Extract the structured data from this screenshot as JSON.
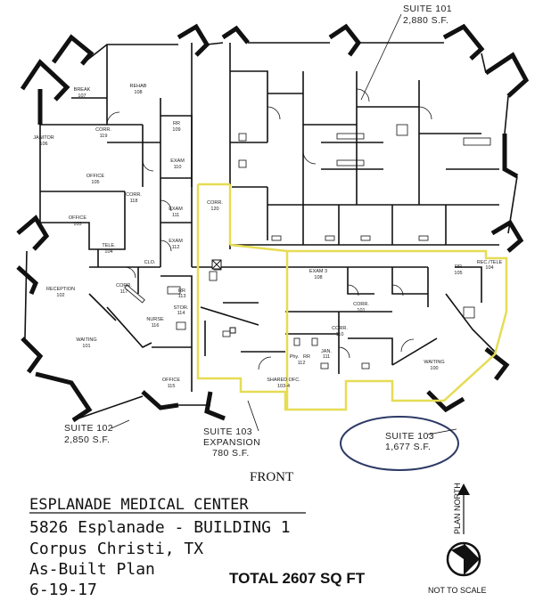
{
  "suites": [
    {
      "name": "SUITE 101",
      "area": "2,880 S.F."
    },
    {
      "name": "SUITE 102",
      "area": "2,850 S.F."
    },
    {
      "name": "SUITE 103",
      "sub": "EXPANSION",
      "area": "780 S.F."
    },
    {
      "name": "SUITE 103",
      "area": "1,677 S.F."
    }
  ],
  "rooms": [
    {
      "name": "BREAK",
      "no": "107"
    },
    {
      "name": "REHAB",
      "no": "108"
    },
    {
      "name": "JANITOR",
      "no": "106"
    },
    {
      "name": "CORR.",
      "no": "119"
    },
    {
      "name": "RR",
      "no": "109"
    },
    {
      "name": "EXAM",
      "no": "110"
    },
    {
      "name": "OFFICE",
      "no": "105"
    },
    {
      "name": "CORR.",
      "no": "118"
    },
    {
      "name": "EXAM",
      "no": "111"
    },
    {
      "name": "EXAM",
      "no": "112"
    },
    {
      "name": "OFFICE",
      "no": "103"
    },
    {
      "name": "TELE.",
      "no": "104"
    },
    {
      "name": "CLO.",
      "no": ""
    },
    {
      "name": "RECEPTION",
      "no": "102"
    },
    {
      "name": "CORR.",
      "no": "117"
    },
    {
      "name": "RR",
      "no": "113"
    },
    {
      "name": "STOR.",
      "no": "114"
    },
    {
      "name": "NURSE",
      "no": "116"
    },
    {
      "name": "WAITING",
      "no": "101"
    },
    {
      "name": "OFFICE",
      "no": "115"
    },
    {
      "name": "CORR.",
      "no": "120"
    },
    {
      "name": "EXAM 3",
      "no": "108"
    },
    {
      "name": "RR",
      "no": "105"
    },
    {
      "name": "REC./TELE",
      "no": "104"
    },
    {
      "name": "CORR.",
      "no": "101"
    },
    {
      "name": "CORR.",
      "no": "110"
    },
    {
      "name": "Phy.",
      "no": ""
    },
    {
      "name": "RR",
      "no": "112"
    },
    {
      "name": "JAN.",
      "no": "111"
    },
    {
      "name": "WAITING",
      "no": "100"
    },
    {
      "name": "SHARED OFC.",
      "no": "103-4"
    }
  ],
  "front_label": "FRONT",
  "title_block": {
    "line1": "ESPLANADE MEDICAL CENTER",
    "line2": "5826 Esplanade - BUILDING 1",
    "line3": "Corpus Christi, TX",
    "line4": "As-Built Plan",
    "line5": "6-19-17"
  },
  "total": "TOTAL 2607 SQ FT",
  "north_label": "PLAN NORTH",
  "scale_note": "NOT TO SCALE",
  "colors": {
    "wall": "#111111",
    "highlight": "#e6dc55",
    "circle": "#2d3a66"
  }
}
